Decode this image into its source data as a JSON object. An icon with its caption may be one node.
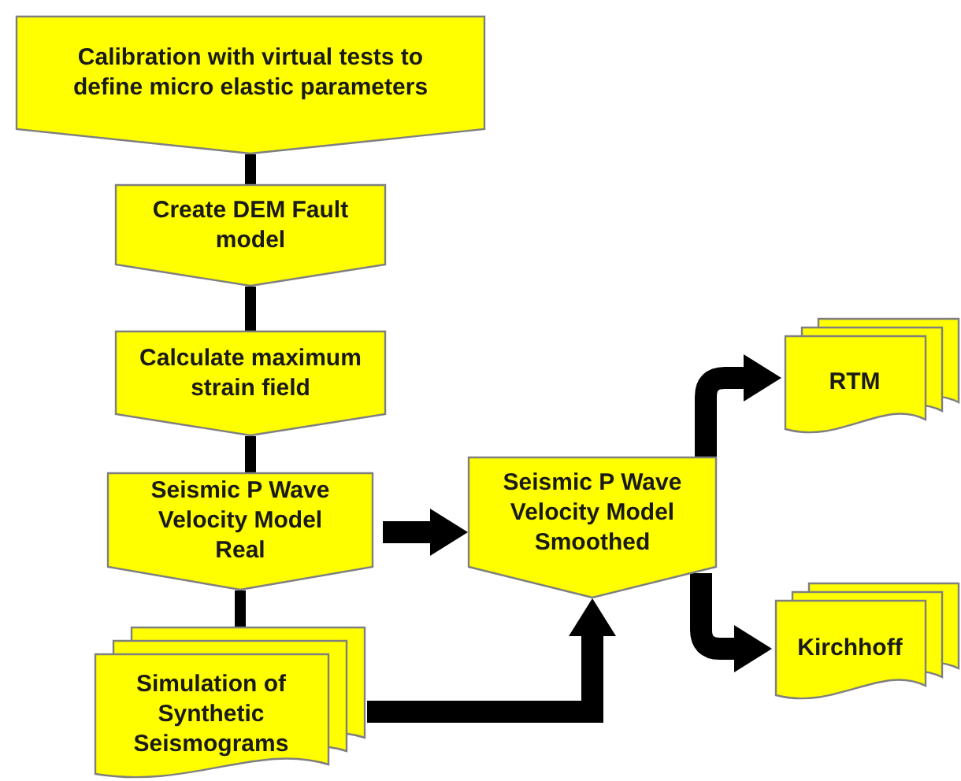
{
  "diagram": {
    "nodes": [
      {
        "text": [
          "Calibration with virtual tests to define micro elastic parameters"
        ]
      },
      {
        "text": [
          "Create DEM Fault model"
        ]
      },
      {
        "text": [
          "Calculate maximum strain field"
        ]
      },
      {
        "text": [
          "Seismic P Wave Velocity Model Real"
        ]
      },
      {
        "text": [
          "Simulation of Synthetic Seismograms"
        ]
      },
      {
        "text": [
          "Seismic P Wave Velocity Model Smoothed"
        ]
      },
      {
        "text": [
          "RTM"
        ]
      },
      {
        "text": [
          "Kirchhoff"
        ]
      }
    ],
    "edges": [
      {
        "from": 0,
        "to": 1,
        "arrow": "none"
      },
      {
        "from": 1,
        "to": 2,
        "arrow": "none"
      },
      {
        "from": 2,
        "to": 3,
        "arrow": "none"
      },
      {
        "from": 3,
        "to": 4,
        "arrow": "none"
      },
      {
        "from": 3,
        "to": 5,
        "arrow": "to",
        "style": "thick"
      },
      {
        "from": 4,
        "to": 5,
        "arrow": "to",
        "style": "thick"
      },
      {
        "from": 5,
        "to": 6,
        "arrow": "to",
        "style": "thick"
      },
      {
        "from": 5,
        "to": 7,
        "arrow": "to",
        "style": "thick"
      }
    ]
  }
}
